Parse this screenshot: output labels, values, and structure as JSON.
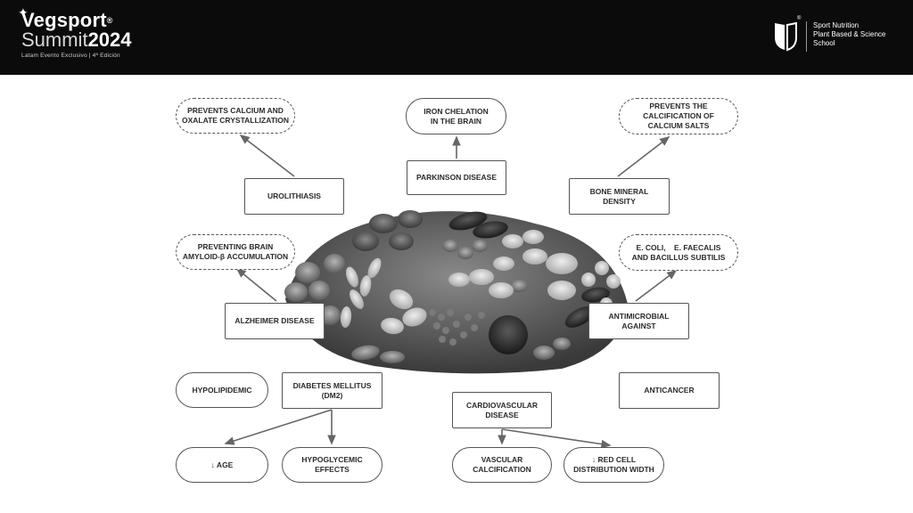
{
  "header": {
    "brand_line1": "Vegsport",
    "brand_reg": "®",
    "brand_line2a": "Summit",
    "brand_line2b": "2024",
    "brand_tagline": "Latam Evento Exclusivo | 4ª Edición",
    "school_reg": "®",
    "school_line1": "Sport Nutrition",
    "school_line2": "Plant Based & Science",
    "school_line3": "School"
  },
  "diagram": {
    "urolithiasis": "UROLITHIASIS",
    "calcium_oxalate": "PREVENTS CALCIUM AND\nOXALATE CRYSTALLIZATION",
    "parkinson": "PARKINSON DISEASE",
    "iron_chelation": "IRON CHELATION\nIN THE BRAIN",
    "bone_density": "BONE MINERAL\nDENSITY",
    "calcification_salts": "PREVENTS THE\nCALCIFICATION OF\nCALCIUM SALTS",
    "alzheimer": "ALZHEIMER DISEASE",
    "amyloid": "PREVENTING BRAIN\nAMYLOID-β ACCUMULATION",
    "antimicrobial": "ANTIMICROBIAL\nAGAINST",
    "bacteria": "E. COLI,    E. FAECALIS\nAND BACILLUS SUBTILIS",
    "diabetes": "DIABETES MELLITUS\n(DM2)",
    "hypolipidemic": "HYPOLIPIDEMIC",
    "age": "↓ AGE",
    "hypoglycemic": "HYPOGLYCEMIC\nEFFECTS",
    "cardiovascular": "CARDIOVASCULAR\nDISEASE",
    "vascular_calcification": "VASCULAR\nCALCIFICATION",
    "red_cell": "↓ RED CELL\nDISTRIBUTION WIDTH",
    "anticancer": "ANTICANCER"
  },
  "colors": {
    "header_bg": "#0b0b0b",
    "box_border": "#555555",
    "arrow": "#666666",
    "text": "#2b2b2b"
  }
}
